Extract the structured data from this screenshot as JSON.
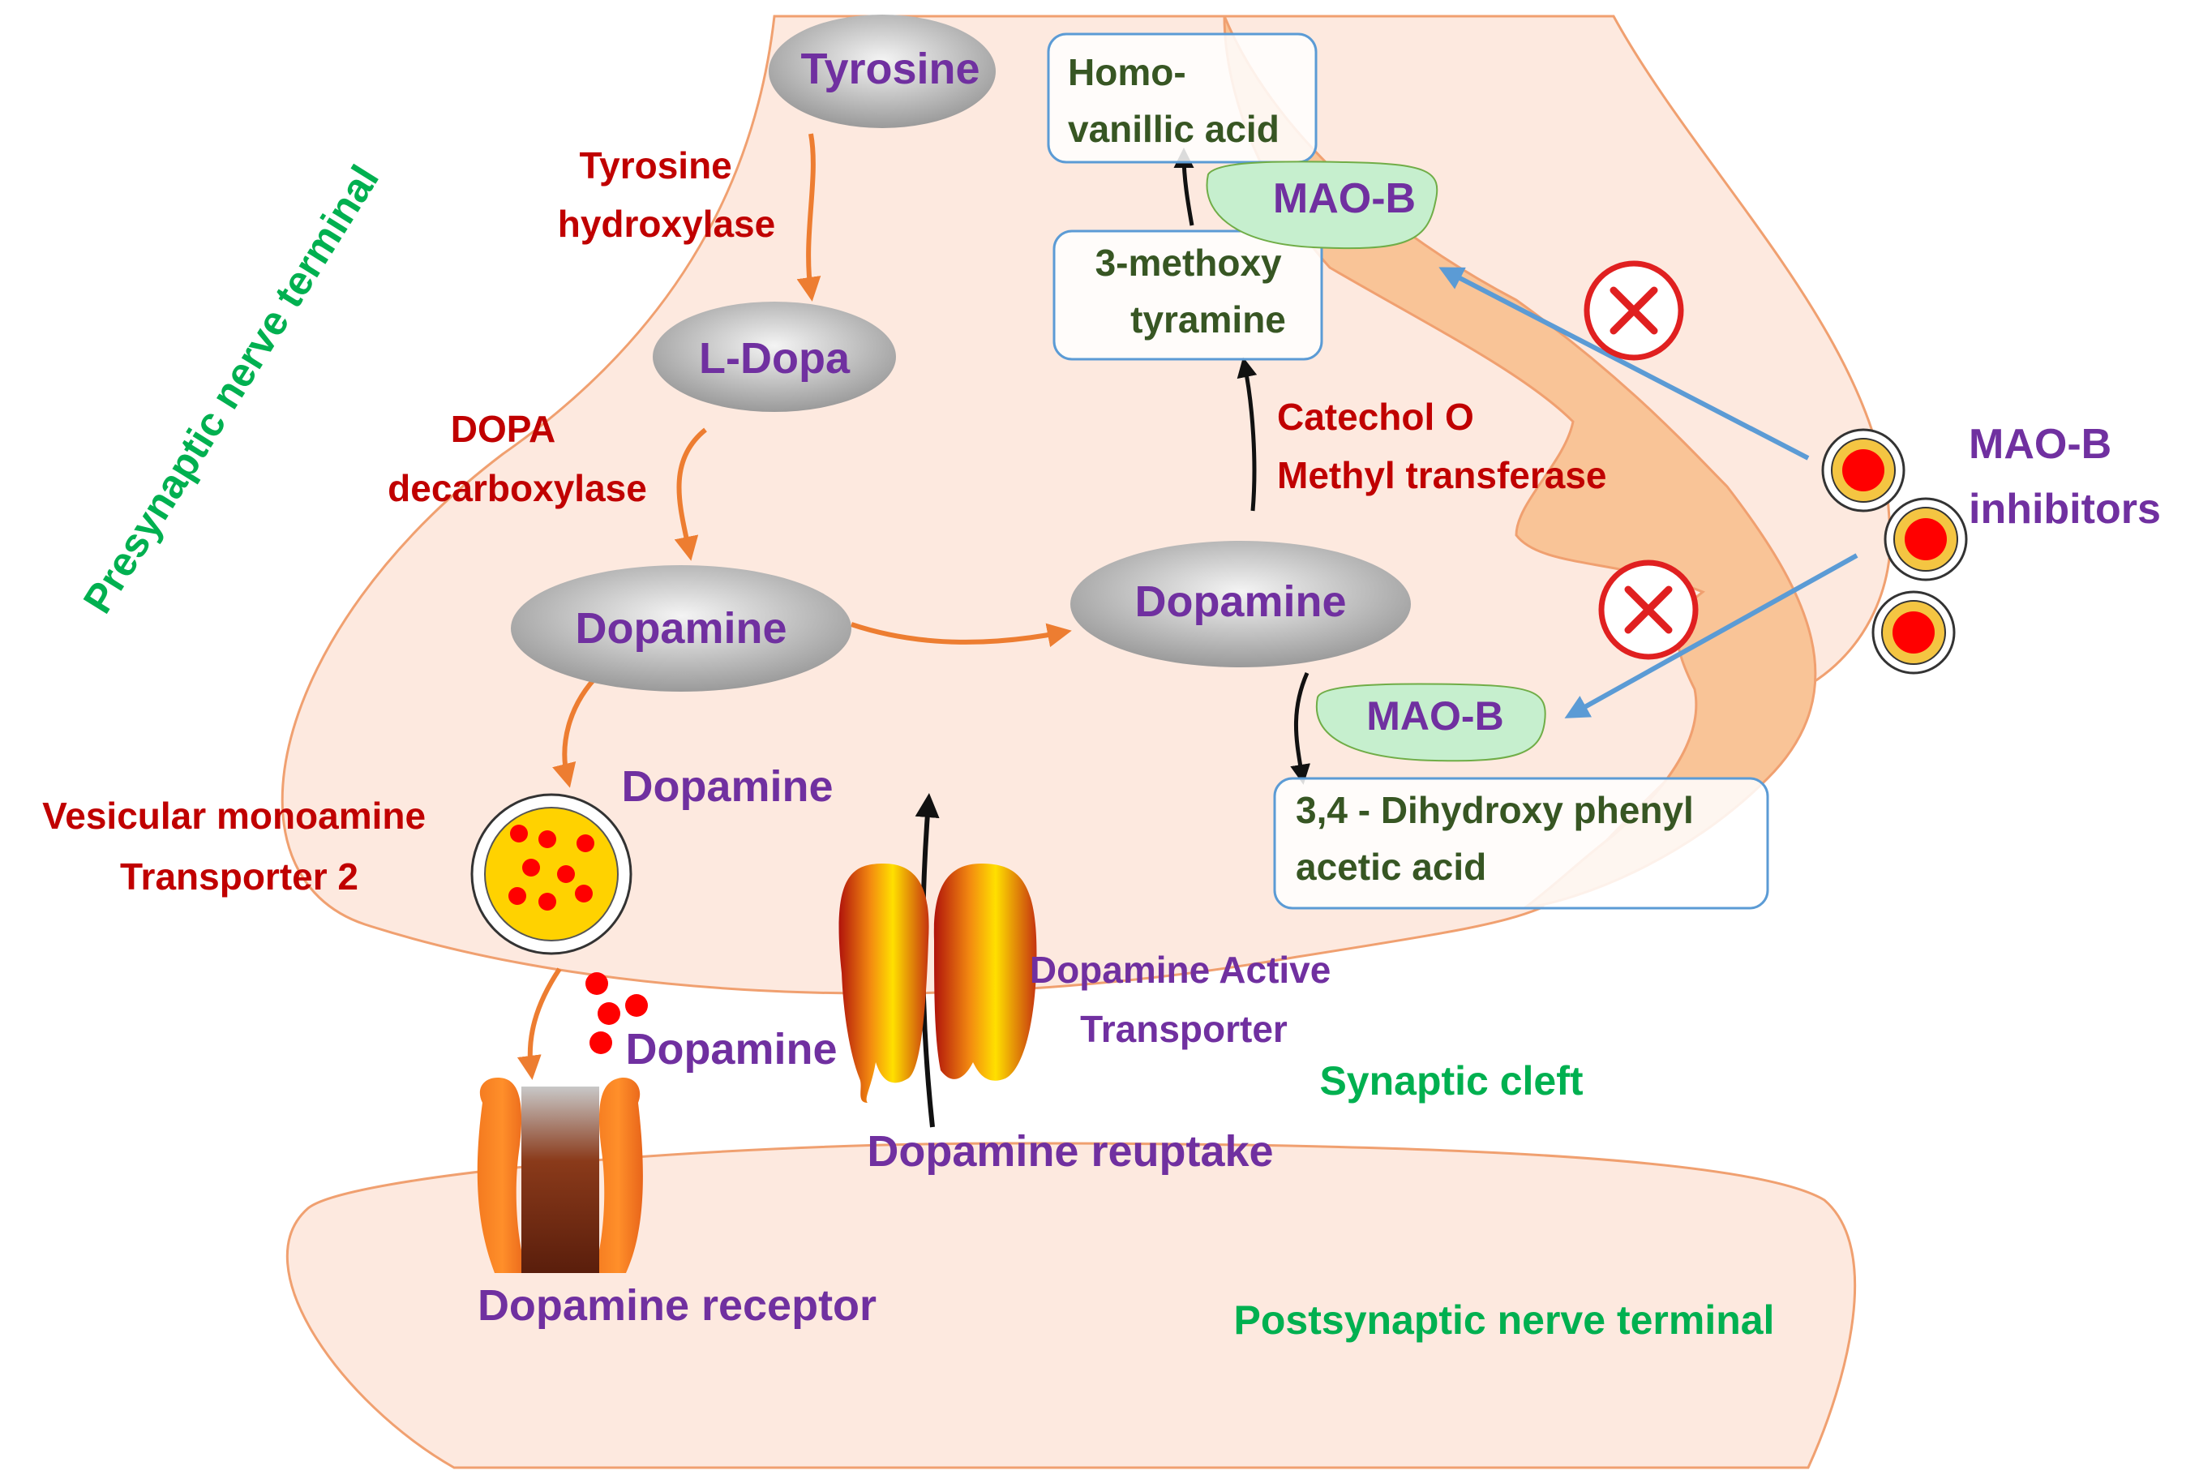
{
  "labels": {
    "presynaptic": "Presynaptic nerve terminal",
    "synaptic_cleft": "Synaptic cleft",
    "postsynaptic": "Postsynaptic nerve terminal"
  },
  "nodes": {
    "tyrosine": "Tyrosine",
    "l_dopa": "L-Dopa",
    "dopamine_left": "Dopamine",
    "dopamine_right": "Dopamine"
  },
  "enzymes": {
    "tyrosine_hydroxylase": [
      "Tyrosine",
      "hydroxylase"
    ],
    "dopa_decarboxylase": [
      "DOPA",
      "decarboxylase"
    ],
    "vmat2": [
      "Vesicular monoamine",
      "Transporter 2"
    ],
    "comt": [
      "Catechol O",
      "Methyl transferase"
    ]
  },
  "metabolites": {
    "hva": [
      "Homo-",
      "vanillic acid"
    ],
    "methoxytyramine": [
      "3-methoxy",
      "tyramine"
    ],
    "dopac": [
      "3,4 - Dihydroxy phenyl",
      "acetic acid"
    ]
  },
  "mao_b": {
    "top": "MAO-B",
    "bottom": "MAO-B"
  },
  "inhibitors": [
    "MAO-B",
    "inhibitors"
  ],
  "dopamine_vesicle_label": "Dopamine",
  "dopamine_released_label": "Dopamine",
  "transporter_label": [
    "Dopamine Active",
    "Transporter"
  ],
  "reuptake_label": "Dopamine reuptake",
  "receptor_label": "Dopamine receptor",
  "colors": {
    "membrane_fill": "#fde9df",
    "membrane_stroke": "#f0a070",
    "glia_fill": "#f9c497",
    "node_text": "#7030a0",
    "enzyme_text": "#c00000",
    "metabolite_text": "#375623",
    "region_text": "#00b050",
    "mao_fill": "#c6efce",
    "arrow_orange": "#ed7d31",
    "arrow_blue": "#5b9bd5",
    "inhibit_red": "#e02020"
  }
}
